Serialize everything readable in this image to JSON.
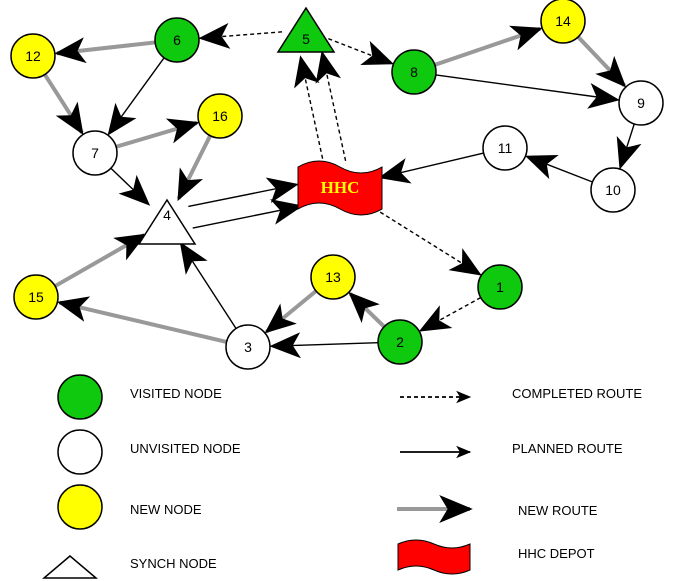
{
  "colors": {
    "visited": "#0ec90e",
    "unvisited": "#ffffff",
    "new": "#ffff00",
    "depot": "#ff0000",
    "depot_text": "#ffff00",
    "new_route": "#999999",
    "line": "#000000"
  },
  "nodes": [
    {
      "id": "1",
      "label": "1",
      "kind": "visited"
    },
    {
      "id": "2",
      "label": "2",
      "kind": "visited"
    },
    {
      "id": "3",
      "label": "3",
      "kind": "unvisited"
    },
    {
      "id": "4",
      "label": "4",
      "kind": "synch"
    },
    {
      "id": "5",
      "label": "5",
      "kind": "synch-visited"
    },
    {
      "id": "6",
      "label": "6",
      "kind": "visited"
    },
    {
      "id": "7",
      "label": "7",
      "kind": "unvisited"
    },
    {
      "id": "8",
      "label": "8",
      "kind": "visited"
    },
    {
      "id": "9",
      "label": "9",
      "kind": "unvisited"
    },
    {
      "id": "10",
      "label": "10",
      "kind": "unvisited"
    },
    {
      "id": "11",
      "label": "11",
      "kind": "unvisited"
    },
    {
      "id": "12",
      "label": "12",
      "kind": "new"
    },
    {
      "id": "13",
      "label": "13",
      "kind": "new"
    },
    {
      "id": "14",
      "label": "14",
      "kind": "new"
    },
    {
      "id": "15",
      "label": "15",
      "kind": "new"
    },
    {
      "id": "16",
      "label": "16",
      "kind": "new"
    },
    {
      "id": "HHC",
      "label": "HHC",
      "kind": "depot"
    }
  ],
  "edges": [
    {
      "from": "HHC",
      "to": "5",
      "type": "completed"
    },
    {
      "from": "HHC",
      "to": "5",
      "type": "completed"
    },
    {
      "from": "5",
      "to": "6",
      "type": "completed"
    },
    {
      "from": "5",
      "to": "8",
      "type": "completed"
    },
    {
      "from": "HHC",
      "to": "1",
      "type": "completed"
    },
    {
      "from": "1",
      "to": "2",
      "type": "completed"
    },
    {
      "from": "6",
      "to": "12",
      "type": "new"
    },
    {
      "from": "12",
      "to": "7",
      "type": "new"
    },
    {
      "from": "6",
      "to": "7",
      "type": "planned"
    },
    {
      "from": "7",
      "to": "16",
      "type": "new"
    },
    {
      "from": "16",
      "to": "4",
      "type": "new"
    },
    {
      "from": "7",
      "to": "4",
      "type": "planned"
    },
    {
      "from": "4",
      "to": "HHC",
      "type": "planned"
    },
    {
      "from": "4",
      "to": "HHC",
      "type": "planned"
    },
    {
      "from": "8",
      "to": "14",
      "type": "new"
    },
    {
      "from": "14",
      "to": "9",
      "type": "new"
    },
    {
      "from": "8",
      "to": "9",
      "type": "planned"
    },
    {
      "from": "9",
      "to": "10",
      "type": "planned"
    },
    {
      "from": "10",
      "to": "11",
      "type": "planned"
    },
    {
      "from": "11",
      "to": "HHC",
      "type": "planned"
    },
    {
      "from": "2",
      "to": "13",
      "type": "new"
    },
    {
      "from": "13",
      "to": "3",
      "type": "new"
    },
    {
      "from": "2",
      "to": "3",
      "type": "planned"
    },
    {
      "from": "3",
      "to": "15",
      "type": "new"
    },
    {
      "from": "15",
      "to": "4",
      "type": "new"
    },
    {
      "from": "3",
      "to": "4",
      "type": "planned"
    }
  ],
  "legend": {
    "visited_node": "VISITED NODE",
    "unvisited_node": "UNVISITED NODE",
    "new_node": "NEW NODE",
    "synch_node": "SYNCH NODE",
    "completed_route": "COMPLETED ROUTE",
    "planned_route": "PLANNED ROUTE",
    "new_route": "NEW ROUTE",
    "hhc_depot": "HHC DEPOT"
  }
}
